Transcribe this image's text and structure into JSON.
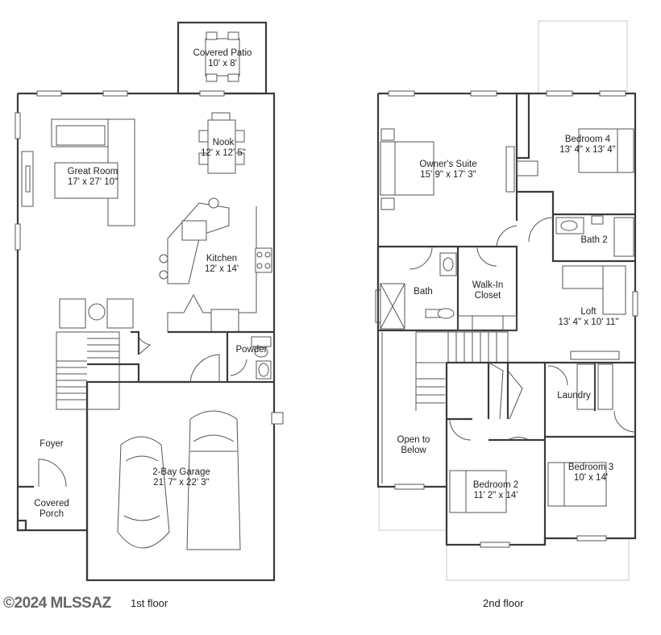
{
  "rooms_first": [
    {
      "id": "covered-patio",
      "name": "Covered Patio",
      "dim": "10' x 8'"
    },
    {
      "id": "nook",
      "name": "Nook",
      "dim": "12' x 12' 5\""
    },
    {
      "id": "great-room",
      "name": "Great Room",
      "dim": "17' x 27' 10\""
    },
    {
      "id": "kitchen",
      "name": "Kitchen",
      "dim": "12' x 14'"
    },
    {
      "id": "powder",
      "name": "Powder",
      "dim": ""
    },
    {
      "id": "foyer",
      "name": "Foyer",
      "dim": ""
    },
    {
      "id": "garage",
      "name": "2-Bay Garage",
      "dim": "21' 7\" x 22' 3\""
    },
    {
      "id": "covered-porch",
      "name": "Covered Porch",
      "dim": ""
    }
  ],
  "rooms_second": [
    {
      "id": "owners-suite",
      "name": "Owner's Suite",
      "dim": "15' 9\" x 17' 3\""
    },
    {
      "id": "bedroom-4",
      "name": "Bedroom 4",
      "dim": "13' 4\" x 13' 4\""
    },
    {
      "id": "bath-2",
      "name": "Bath 2",
      "dim": ""
    },
    {
      "id": "bath",
      "name": "Bath",
      "dim": ""
    },
    {
      "id": "walk-in-closet",
      "name": "Walk-In Closet",
      "dim": ""
    },
    {
      "id": "loft",
      "name": "Loft",
      "dim": "13' 4\" x 10' 11\""
    },
    {
      "id": "laundry",
      "name": "Laundry",
      "dim": ""
    },
    {
      "id": "open-to-below",
      "name": "Open to Below",
      "dim": ""
    },
    {
      "id": "bedroom-3",
      "name": "Bedroom 3",
      "dim": "10' x 14'"
    },
    {
      "id": "bedroom-2",
      "name": "Bedroom 2",
      "dim": "11' 2\" x 14'"
    }
  ],
  "captions": {
    "first_floor": "1st floor",
    "second_floor": "2nd floor"
  },
  "watermark": "©2024 MLSSAZ"
}
